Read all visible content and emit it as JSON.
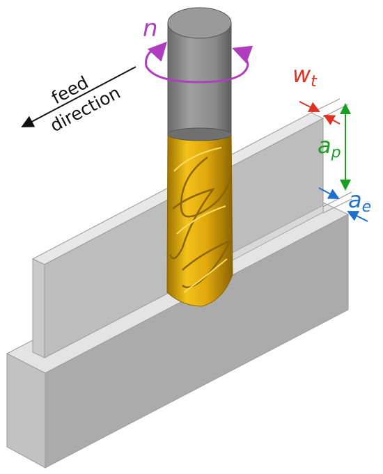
{
  "labels": {
    "spindle_speed": "n",
    "feed_line1": "feed",
    "feed_line2": "direction",
    "tooth_width_main": "w",
    "tooth_width_sub": "t",
    "axial_depth_main": "a",
    "axial_depth_sub": "p",
    "radial_depth_main": "a",
    "radial_depth_sub": "e"
  },
  "colors": {
    "spindle_speed": "#b03cc0",
    "tooth_width": "#e03020",
    "axial_depth": "#1aa020",
    "radial_depth": "#1f6fd0",
    "tool_shank": "#8a8a8a",
    "tool_flutes": "#e0b010",
    "workpiece": "#c4c4c4"
  }
}
